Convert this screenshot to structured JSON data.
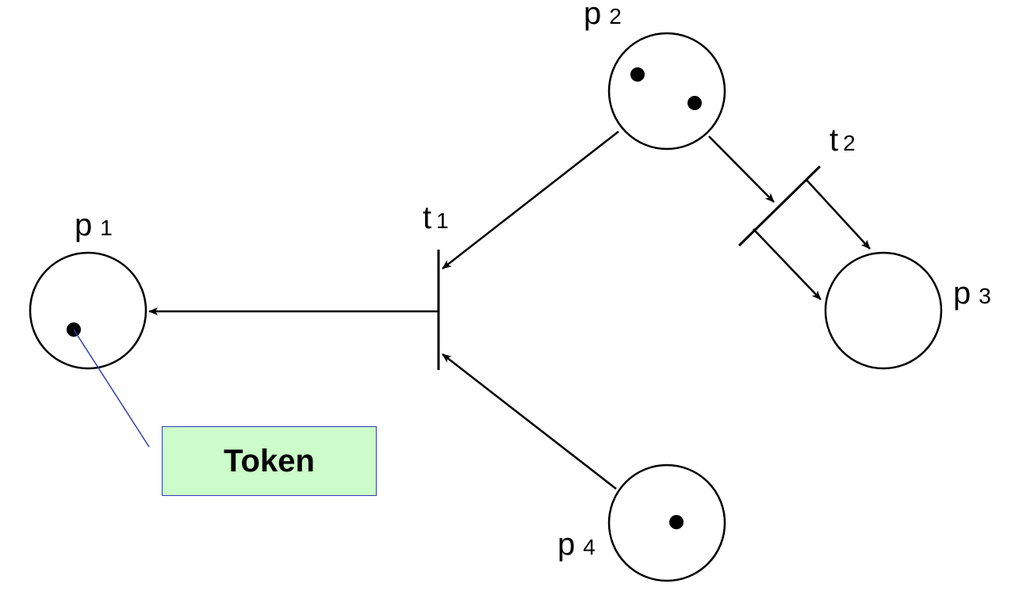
{
  "places": [
    {
      "id": "p1",
      "label_main": "p",
      "label_sub": "1",
      "tokens": 1
    },
    {
      "id": "p2",
      "label_main": "p",
      "label_sub": "2",
      "tokens": 2
    },
    {
      "id": "p3",
      "label_main": "p",
      "label_sub": "3",
      "tokens": 0
    },
    {
      "id": "p4",
      "label_main": "p",
      "label_sub": "4",
      "tokens": 1
    }
  ],
  "transitions": [
    {
      "id": "t1",
      "label_main": "t",
      "label_sub": "1"
    },
    {
      "id": "t2",
      "label_main": "t",
      "label_sub": "2"
    }
  ],
  "arcs": [
    {
      "from": "p2",
      "to": "t1"
    },
    {
      "from": "p4",
      "to": "t1"
    },
    {
      "from": "t1",
      "to": "p1"
    },
    {
      "from": "p2",
      "to": "t2"
    },
    {
      "from": "t2",
      "to": "p3"
    }
  ],
  "callout": {
    "text": "Token",
    "target": "p1-token"
  },
  "colors": {
    "callout_fill": "#ccfcc9",
    "callout_border": "#2d3fb5",
    "stroke": "#000000"
  }
}
